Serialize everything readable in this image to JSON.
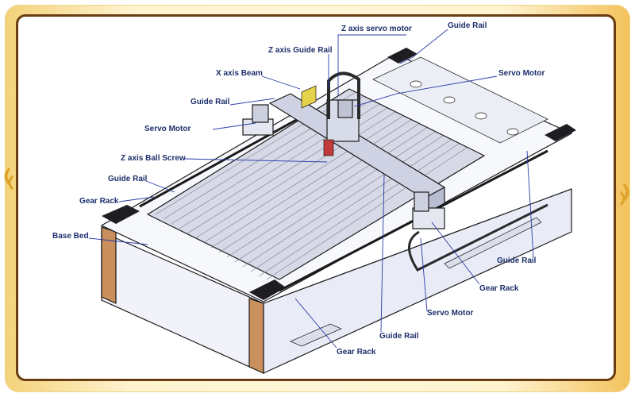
{
  "labels": {
    "z_axis_servo_motor": "Z axis servo motor",
    "guide_rail_top": "Guide Rail",
    "z_axis_guide_rail": "Z axis Guide Rail",
    "servo_motor_top": "Servo Motor",
    "x_axis_beam": "X axis Beam",
    "guide_rail_left_upper": "Guide Rail",
    "servo_motor_left": "Servo Motor",
    "z_axis_ball_screw": "Z axis Ball Screw",
    "guide_rail_left": "Guide Rail",
    "gear_rack_left": "Gear Rack",
    "base_bed": "Base Bed",
    "guide_rail_right": "Guide Rail",
    "gear_rack_right": "Gear Rack",
    "servo_motor_bottom": "Servo Motor",
    "guide_rail_bottom": "Guide Rail",
    "gear_rack_bottom": "Gear Rack"
  },
  "colors": {
    "frame_dark": "#6a3c12",
    "frame_gold": "#f3d27a",
    "label_text": "#1d2f6b",
    "leader_line": "#2a3ca8",
    "machine_body": "#f2f3fa",
    "wood_end": "#c98f5c"
  }
}
